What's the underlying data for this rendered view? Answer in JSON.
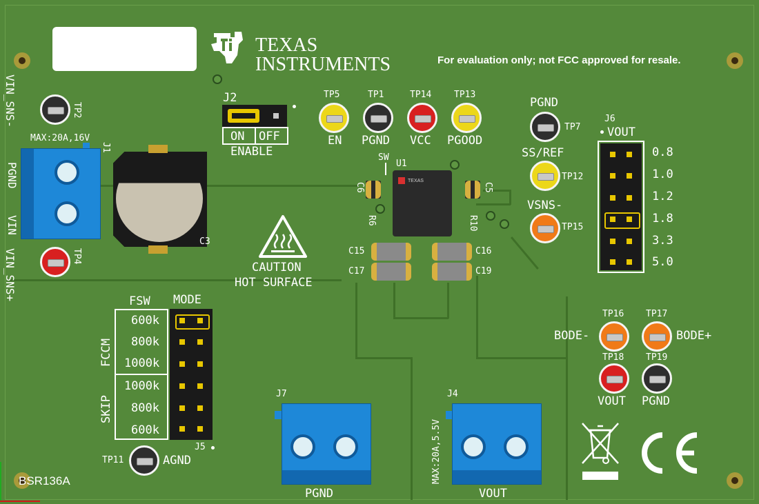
{
  "board": {
    "id": "BSR136A",
    "disclaimer": "For evaluation only; not FCC approved for resale.",
    "brand_line1": "TEXAS",
    "brand_line2": "INSTRUMENTS",
    "caution_line1": "CAUTION",
    "caution_line2": "HOT SURFACE",
    "colors": {
      "pcb": "#54893a",
      "silk": "#ffffff",
      "terminal": "#1e88d8"
    }
  },
  "labels": {
    "vin_sns_minus": "VIN_SNS-",
    "vin_sns_plus": "VIN_SNS+",
    "pgnd_side": "PGND",
    "vin_side": "VIN",
    "max_in": "MAX:20A,16V",
    "j1": "J1",
    "c3": "C3",
    "j2": "J2",
    "on": "ON",
    "off": "OFF",
    "enable": "ENABLE",
    "sw": "SW",
    "u1": "U1",
    "c6": "C6",
    "c5": "C5",
    "r6": "R6",
    "r10": "R10",
    "c15": "C15",
    "c16": "C16",
    "c17": "C17",
    "c19": "C19",
    "fsw": "FSW",
    "mode": "MODE",
    "fccm": "FCCM",
    "skip": "SKIP",
    "j5": "J5",
    "j7": "J7",
    "j4": "J4",
    "pgnd_bottom": "PGND",
    "vout_bottom": "VOUT",
    "max_out": "MAX:20A,5.5V",
    "agnd": "AGND"
  },
  "test_points": {
    "tp2": "TP2",
    "tp4": "TP4",
    "tp5": {
      "id": "TP5",
      "name": "EN"
    },
    "tp1": {
      "id": "TP1",
      "name": "PGND"
    },
    "tp14": {
      "id": "TP14",
      "name": "VCC"
    },
    "tp13": {
      "id": "TP13",
      "name": "PGOOD"
    },
    "tp7": {
      "id": "TP7",
      "name": "PGND"
    },
    "tp12": {
      "id": "TP12",
      "name": "SS/REF"
    },
    "tp15": {
      "id": "TP15",
      "name": "VSNS-"
    },
    "tp16": {
      "id": "TP16",
      "name": "BODE-"
    },
    "tp17": {
      "id": "TP17",
      "name": "BODE+"
    },
    "tp18": {
      "id": "TP18",
      "name": "VOUT"
    },
    "tp19": {
      "id": "TP19",
      "name": "PGND"
    },
    "tp11": {
      "id": "TP11",
      "name": "AGND"
    }
  },
  "j6": {
    "label": "J6",
    "sublabel": "VOUT",
    "options": [
      "0.8",
      "1.0",
      "1.2",
      "1.8",
      "3.3",
      "5.0"
    ],
    "selected": "1.8"
  },
  "j5_options": [
    "600k",
    "800k",
    "1000k",
    "1000k",
    "800k",
    "600k"
  ],
  "j5_selected": "600k"
}
